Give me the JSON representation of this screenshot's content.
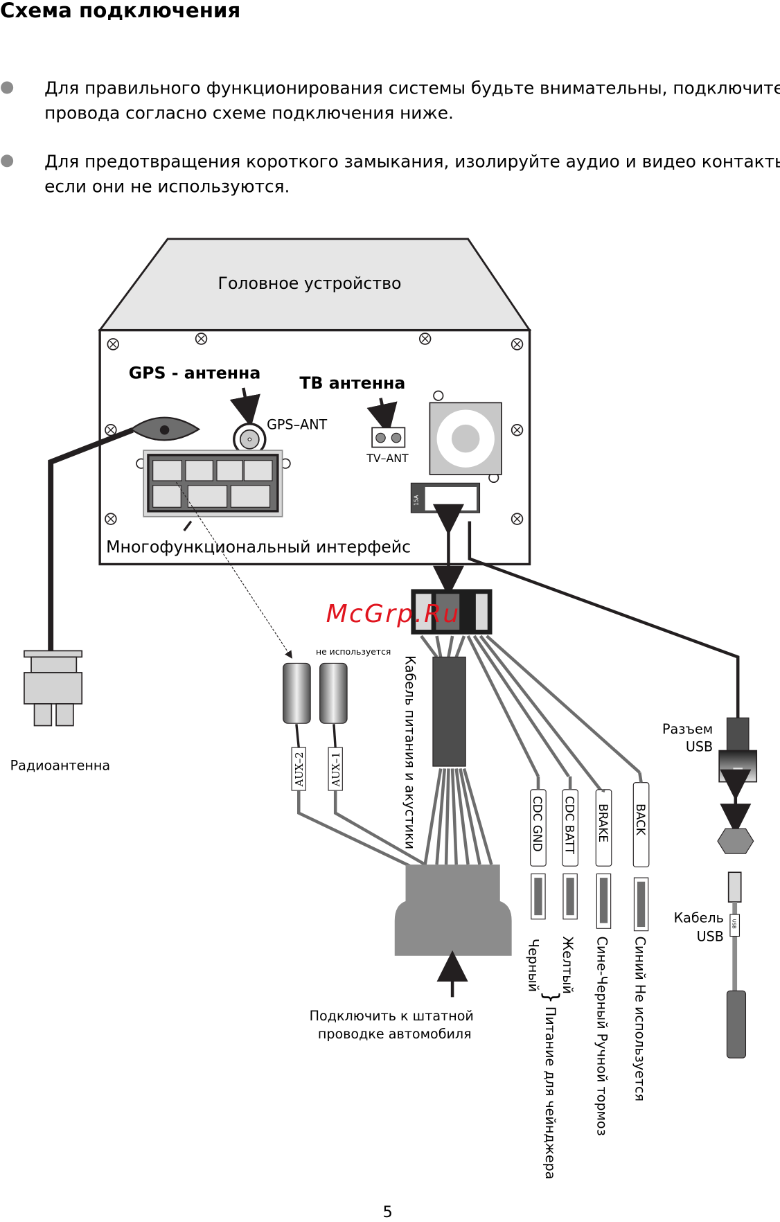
{
  "page": {
    "title": "Схема подключения",
    "page_number": "5",
    "bullets": [
      {
        "line1": "Для  правильного  функционирования  системы  будьте  внимательны,  подключите",
        "line2": "провода согласно схеме подключения ниже."
      },
      {
        "line1": "Для  предотвращения  короткого  замыкания,  изолируйте  аудио  и  видео  контакты,",
        "line2": "если они не используются."
      }
    ],
    "watermark": "McGrp.Ru"
  },
  "diagram": {
    "head_unit_label": "Головное устройство",
    "gps_antenna_label": "GPS - антенна",
    "gps_ant_port": "GPS–ANT",
    "tv_antenna_label": "ТВ антенна",
    "tv_ant_port": "TV–ANT",
    "multi_interface_label": "Многофункциональный интерфейс",
    "fuse_label": "15A",
    "radio_antenna_label": "Радиоантенна",
    "not_used_label": "не используется",
    "aux_labels": [
      "AUX–2",
      "AUX–1"
    ],
    "power_cable_label": "Кабель питания и акустики",
    "connect_label_line1": "Подключить к штатной",
    "connect_label_line2": "проводке автомобиля",
    "wire_tags": [
      "CDC  GND",
      "CDC  BATT",
      "BRAKE",
      "BACK"
    ],
    "wire_colors": [
      "Черный",
      "Желтый",
      "Сине-Черный  Ручной тормоз",
      "Синий  Не используется"
    ],
    "changer_power_label": "Питание для чейнджера",
    "usb_connector_line1": "Разъем",
    "usb_connector_line2": "USB",
    "usb_cable_line1": "Кабель",
    "usb_cable_line2": "USB",
    "usb_tag": "USB"
  },
  "colors": {
    "ink": "#231f20",
    "panel_gray": "#d9d9d9",
    "light_gray": "#c8c8c8",
    "mid_gray": "#8c8c8c",
    "dark_gray": "#4d4d4d",
    "wire_gray": "#6d6d6d",
    "watermark_red": "#e0141e"
  }
}
